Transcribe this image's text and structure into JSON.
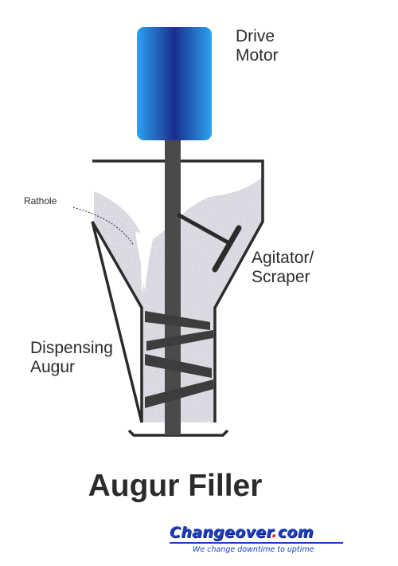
{
  "labels": {
    "drive_motor": [
      "Drive",
      "Motor"
    ],
    "rathole": "Rathole",
    "agitator": [
      "Agitator/",
      "Scraper"
    ],
    "dispensing_augur": [
      "Dispensing",
      "Augur"
    ]
  },
  "title": "Augur Filler",
  "logo": {
    "name_part1": "Changeover",
    "dot": ".",
    "name_part2": "com",
    "tagline": "We change downtime to uptime"
  },
  "colors": {
    "motor_dark": "#1a2d8f",
    "motor_light": "#2ca7f2",
    "shaft": "#4a4a4a",
    "outline": "#2b2b2b",
    "logo_blue": "#1f3fbf",
    "logo_dot": "#e0201c"
  }
}
